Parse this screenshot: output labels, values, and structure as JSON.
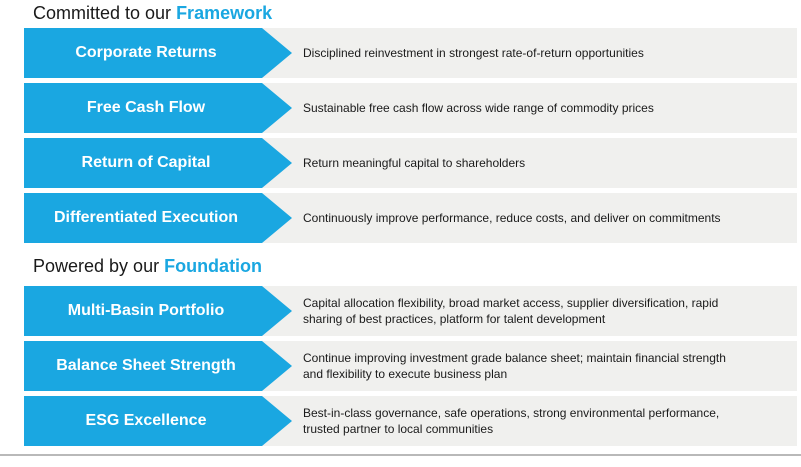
{
  "colors": {
    "brand_blue": "#1aa7e1",
    "band_gray": "#f0f0ee",
    "rule_gray": "#b9b9b9"
  },
  "sections": [
    {
      "heading_prefix": "Committed to our ",
      "heading_accent": "Framework",
      "rows": [
        {
          "label": "Corporate Returns",
          "description": "Disciplined reinvestment in strongest rate-of-return opportunities"
        },
        {
          "label": "Free Cash Flow",
          "description": "Sustainable free cash flow across wide range of commodity prices"
        },
        {
          "label": "Return of Capital",
          "description": "Return meaningful capital to shareholders"
        },
        {
          "label": "Differentiated Execution",
          "description": "Continuously improve performance, reduce costs, and deliver on commitments"
        }
      ]
    },
    {
      "heading_prefix": "Powered by our ",
      "heading_accent": "Foundation",
      "rows": [
        {
          "label": "Multi-Basin Portfolio",
          "description": "Capital allocation flexibility, broad market access, supplier diversification, rapid\nsharing of best practices, platform for talent development"
        },
        {
          "label": "Balance Sheet Strength",
          "description": "Continue improving investment grade balance sheet; maintain financial strength\nand flexibility to execute business plan"
        },
        {
          "label": "ESG Excellence",
          "description": "Best-in-class governance, safe operations, strong environmental performance,\ntrusted partner to local communities"
        }
      ]
    }
  ]
}
